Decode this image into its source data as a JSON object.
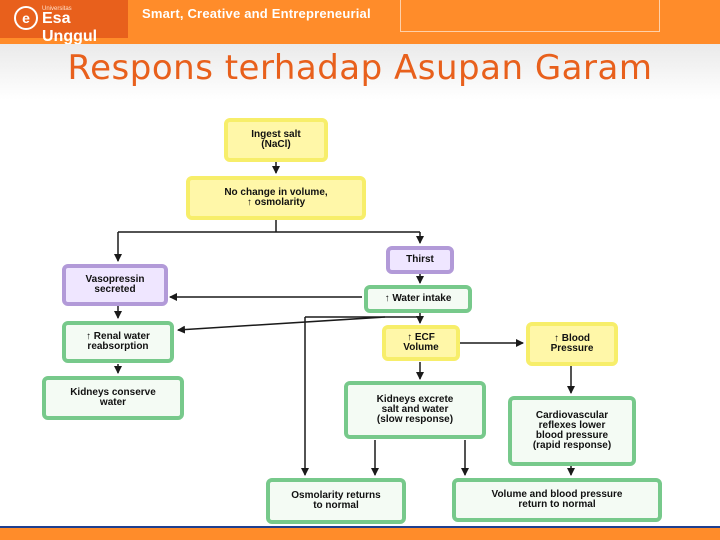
{
  "header": {
    "brand_small": "Universitas",
    "brand": "Esa Unggul",
    "tagline": "Smart, Creative and Entrepreneurial"
  },
  "title": "Respons terhadap Asupan Garam",
  "diagram": {
    "nodes": {
      "ingest_salt": "Ingest salt\n(NaCl)",
      "no_change": "No change in volume,\n↑ osmolarity",
      "thirst": "Thirst",
      "vasopressin": "Vasopressin\nsecreted",
      "water_intake": "↑ Water intake",
      "renal_water": "↑ Renal water\nreabsorption",
      "ecf_volume": "↑ ECF\nVolume",
      "blood_pressure": "↑ Blood\nPressure",
      "kidneys_conserve": "Kidneys conserve\nwater",
      "kidneys_excrete": "Kidneys excrete\nsalt and water\n(slow response)",
      "cardio": "Cardiovascular\nreflexes lower\nblood pressure\n(rapid response)",
      "osmolarity_normal": "Osmolarity returns\nto normal",
      "volume_normal": "Volume and blood pressure\nreturn to normal"
    }
  },
  "colors": {
    "accent": "#ff8c2a",
    "title": "#e8601c",
    "yellow_box": "#f7ee6a",
    "purple_box": "#b29ad8",
    "green_box": "#77c98b"
  }
}
